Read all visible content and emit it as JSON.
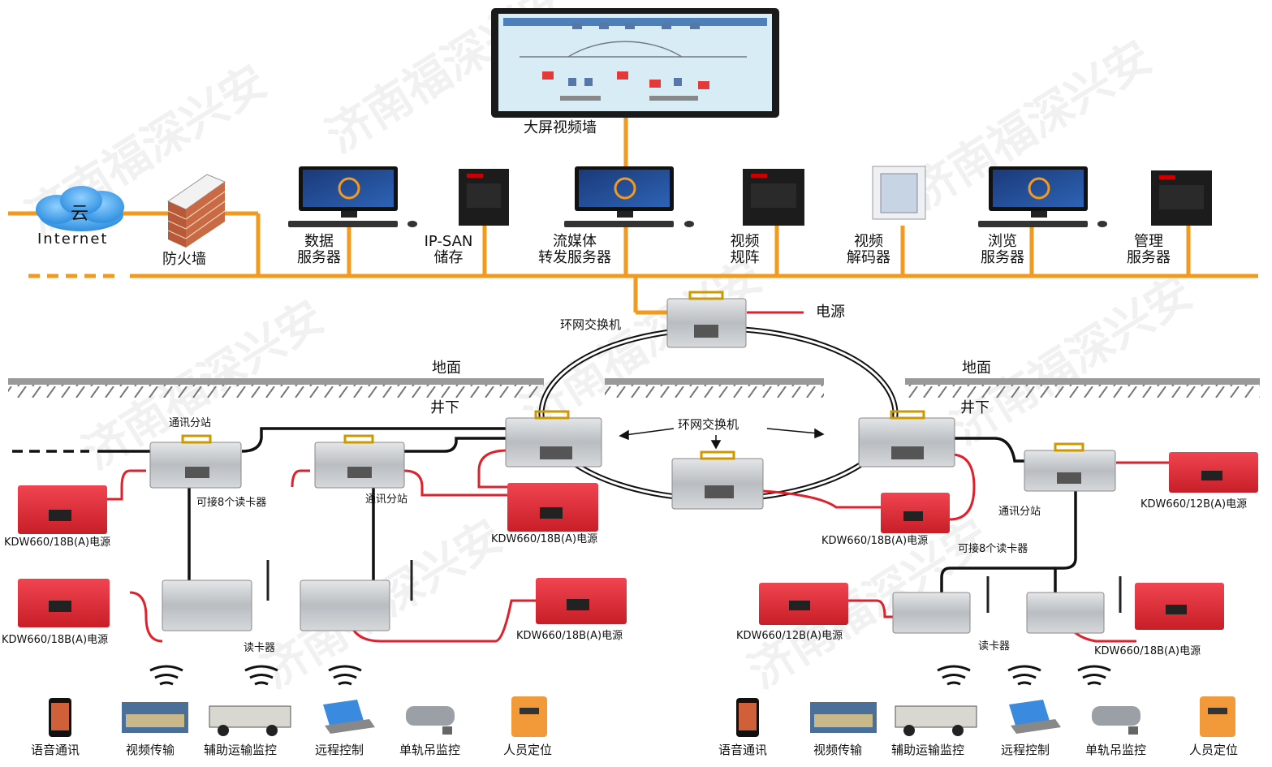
{
  "watermark": "济南福深兴安",
  "video_wall": {
    "label": "大屏视频墙"
  },
  "cloud": {
    "icon_text": "云",
    "label": "Internet"
  },
  "firewall": {
    "label": "防火墙"
  },
  "servers": [
    {
      "line1": "数据",
      "line2": "服务器"
    },
    {
      "line1": "IP-SAN",
      "line2": "储存"
    },
    {
      "line1": "流媒体",
      "line2": "转发服务器"
    },
    {
      "line1": "视频",
      "line2": "规阵"
    },
    {
      "line1": "视频",
      "line2": "解码器"
    },
    {
      "line1": "浏览",
      "line2": "服务器"
    },
    {
      "line1": "管理",
      "line2": "服务器"
    }
  ],
  "core": {
    "switch_label": "环网交换机",
    "power_label": "电源"
  },
  "ground": {
    "surface_left": "地面",
    "surface_right": "地面",
    "underground_left": "井下",
    "underground_right": "井下"
  },
  "ring_label": "环网交换机",
  "substation_label": "通讯分站",
  "reader_note": "可接8个读卡器",
  "reader_label": "读卡器",
  "psu": {
    "b18": "KDW660/18B(A)电源",
    "b12": "KDW660/12B(A)电源"
  },
  "terminals": [
    "语音通讯",
    "视频传输",
    "辅助运输监控",
    "远程控制",
    "单轨吊监控",
    "人员定位"
  ],
  "colors": {
    "backbone": "#f39a1e",
    "power_cable": "#e0202a",
    "psu_red": "#e0303a",
    "steel": "#c4c7cb"
  }
}
